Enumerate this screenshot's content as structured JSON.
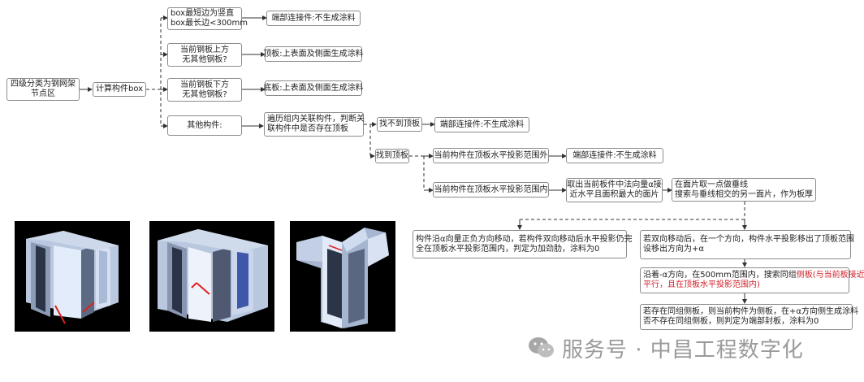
{
  "nodes": {
    "root": [
      "四级分类为钢网架",
      "节点区"
    ],
    "calc_box": "计算构件box",
    "cond_box": [
      "box最短边为竖直",
      "box最长边<300mm"
    ],
    "res_end1": "端部连接件:不生成涂料",
    "cond_top": [
      "当前钢板上方",
      "无其他钢板?"
    ],
    "res_top": "顶板:上表面及侧面生成涂料",
    "cond_bottom": [
      "当前钢板下方",
      "无其他钢板?"
    ],
    "res_bottom": "底板:上表面及侧面生成涂料",
    "other": "其他构件:",
    "traverse": [
      "遍历组内关联构件，判断关",
      "联构件中是否存在顶板"
    ],
    "not_found": "找不到顶板",
    "res_end2": "端部连接件:不生成涂料",
    "found": "找到顶板",
    "outside": "当前构件在顶板水平投影范围外",
    "res_end3": "端部连接件:不生成涂料",
    "inside": "当前构件在顶板水平投影范围内",
    "take_face": [
      "取出当前板件中法向量α接",
      "近水平且面积最大的面片"
    ],
    "vertical": [
      "在面片取一点做垂线",
      "搜索与垂线相交的另一面片，作为板厚"
    ],
    "stiffener": [
      "构件沿α向量正负方向移动，若构件双向移动后水平投影仍完",
      "全在顶板水平投影范围内，判定为加劲肋，涂料为0"
    ],
    "both_dir": [
      "若双向移动后，在一个方向，构件水平投影移出了顶板范围",
      "设移出方向为+α"
    ],
    "search_pre": "沿着-α方向，在500mm范围内，搜索同组",
    "search_red1": "侧板(与当前板接近",
    "search_red2": "平行，且在顶板水平投影范围内)",
    "final": [
      "若存在同组侧板，则当前构件为侧板，在+α方向侧生成涂料",
      "否不存在同组侧板，则判定为端部封板，涂料为0"
    ]
  },
  "watermark": "服务号 · 中昌工程数字化"
}
